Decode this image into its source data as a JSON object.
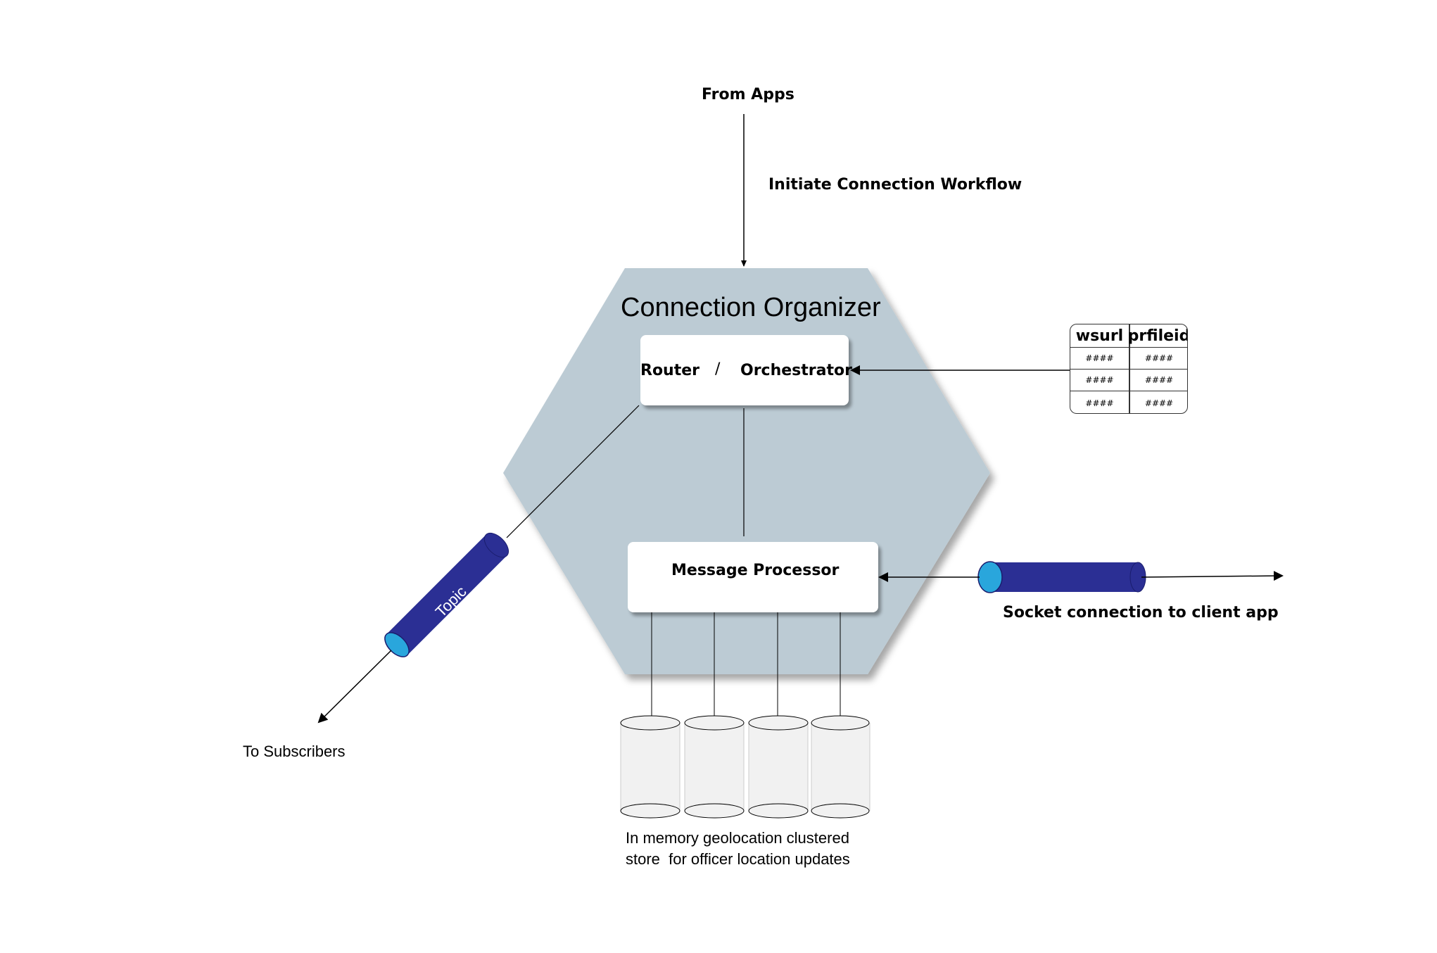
{
  "diagram": {
    "top_label": "From Apps",
    "workflow_label": "Initiate Connection Workflow",
    "hexagon_title": "Connection Organizer",
    "router_label": "Router",
    "separator": "/",
    "orchestrator_label": "Orchestrator",
    "message_processor_label": "Message Processor",
    "topic_label": "Topic",
    "subscribers_label": "To Subscribers",
    "socket_label": "Socket connection to client app",
    "store_label_line1": "In memory geolocation clustered",
    "store_label_line2": "store  for officer location updates",
    "table": {
      "headers": [
        "wsurl",
        "prfileid"
      ],
      "rows": [
        [
          "####",
          "####"
        ],
        [
          "####",
          "####"
        ],
        [
          "####",
          "####"
        ]
      ]
    },
    "colors": {
      "hexagon": "#bccbd4",
      "pipe_body": "#2b2f94",
      "pipe_cap": "#29a6dc",
      "cylinder_fill": "#f1f1f1"
    }
  }
}
